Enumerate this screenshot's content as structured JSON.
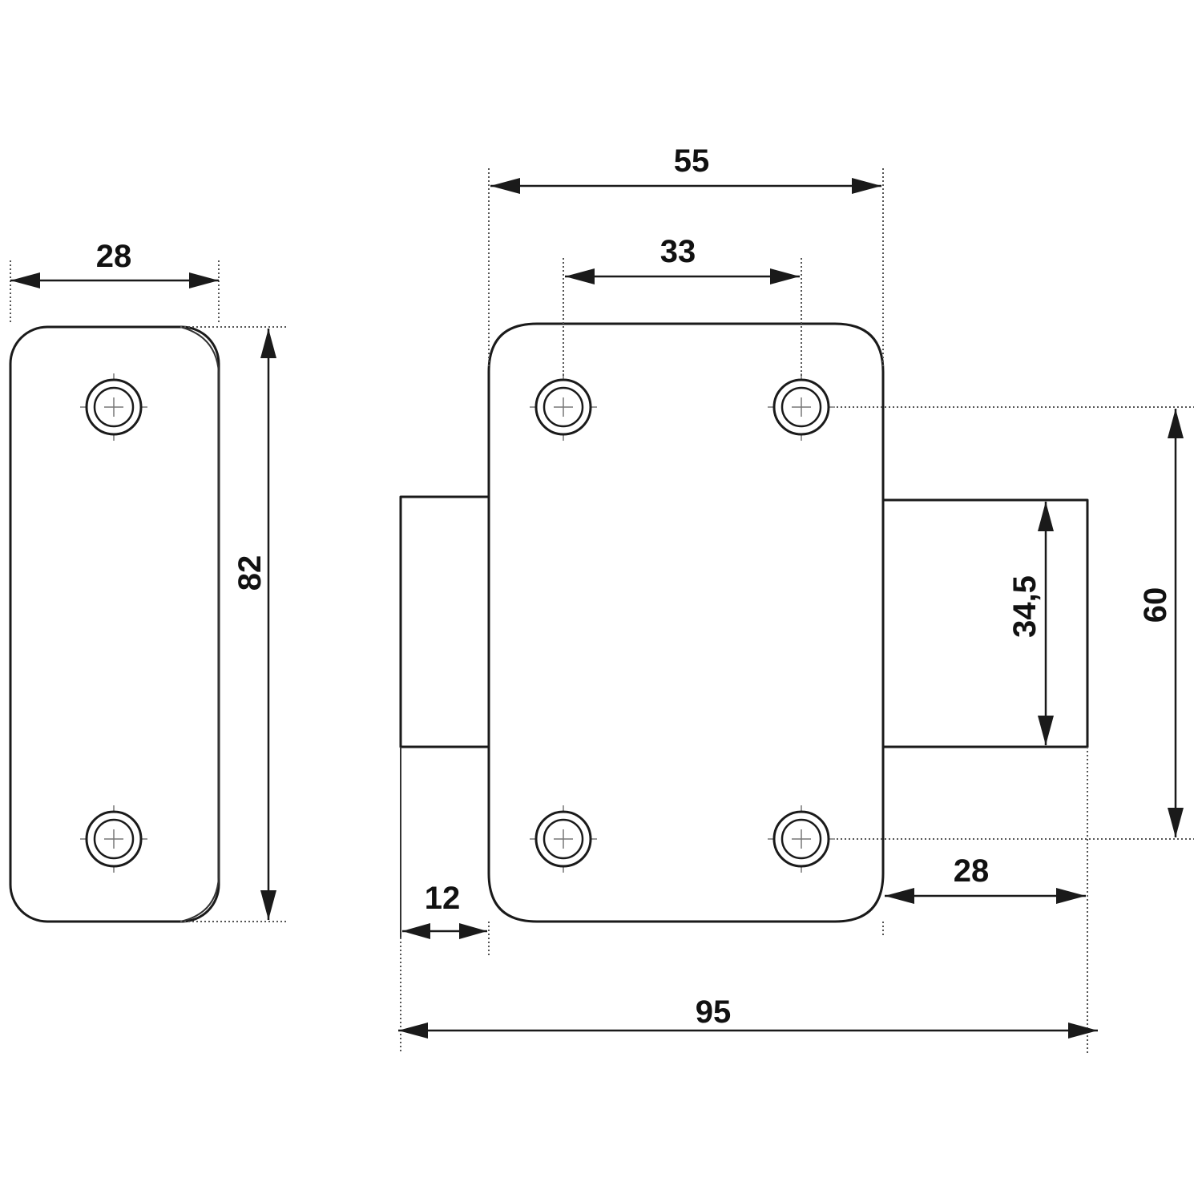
{
  "drawing": {
    "strike_plate": {
      "width_label": "28",
      "height_label": "82"
    },
    "lock_body": {
      "plate_width_label": "55",
      "hole_spacing_horizontal_label": "33",
      "hole_spacing_vertical_label": "60",
      "bolt_height_label": "34,5",
      "bolt_projection_label": "28",
      "back_projection_label": "12",
      "overall_width_label": "95"
    }
  }
}
